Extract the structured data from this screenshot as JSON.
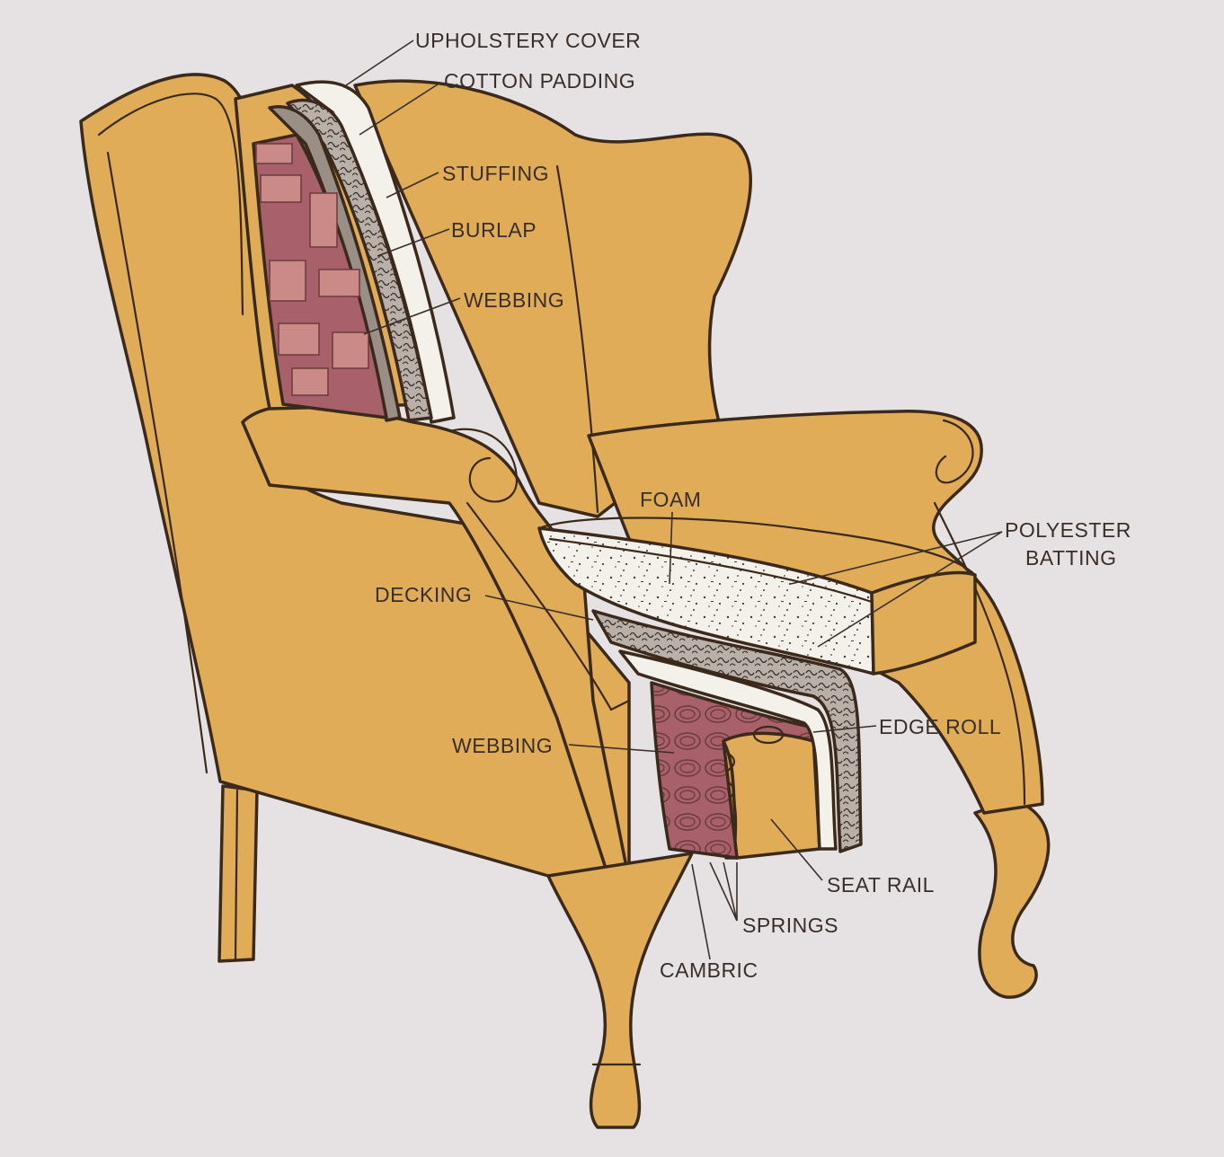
{
  "colors": {
    "background": "#e6e2e4",
    "upholstery": "#e0ac58",
    "upholstery_shade": "#cf9644",
    "webbing": "#a8606a",
    "webbing_light": "#c98a88",
    "padding": "#f4f1ea",
    "burlap": "#9a8f86",
    "outline": "#3b2a1c"
  },
  "labels": {
    "upholstery_cover": "UPHOLSTERY COVER",
    "cotton_padding": "COTTON PADDING",
    "stuffing": "STUFFING",
    "burlap": "BURLAP",
    "webbing_back": "WEBBING",
    "foam": "FOAM",
    "polyester_line1": "POLYESTER",
    "polyester_line2": "BATTING",
    "decking": "DECKING",
    "edge_roll": "EDGE ROLL",
    "webbing_seat": "WEBBING",
    "seat_rail": "SEAT RAIL",
    "springs": "SPRINGS",
    "cambric": "CAMBRIC"
  }
}
